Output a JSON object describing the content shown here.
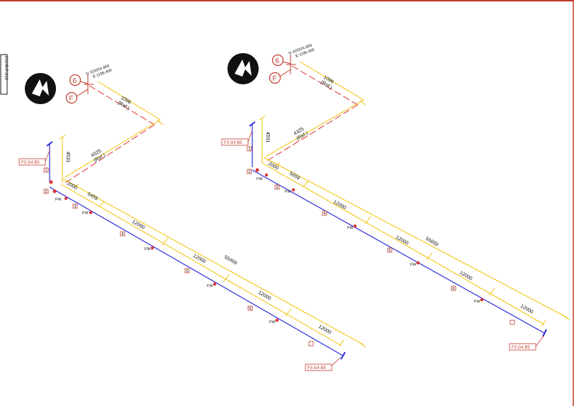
{
  "sheet": {
    "side_label": "210-B-P-012"
  },
  "colors": {
    "frame": "#c0392b",
    "pipe": "#2b2bd8",
    "dimension": "#f0c000",
    "break_line": "#e03030",
    "tag": "#c0392b",
    "black": "#111111"
  },
  "icons": {
    "north_arrow": "north-arrow-icon",
    "weld": "field-weld-icon"
  },
  "left_view": {
    "coordinates": [
      "N 103324.959",
      "E 1196.469"
    ],
    "grid_row": "6",
    "grid_col": "F",
    "dims": {
      "top_run": "1096",
      "top_run_ref": "(Ref.)",
      "diagonal": "4025",
      "diagonal_ref": "(Ref.)",
      "riser": "4531",
      "short": "2000",
      "first_spool": "5459",
      "spools": [
        "12000",
        "12000",
        "12000",
        "12000"
      ],
      "total": "55459"
    },
    "tag_top": "F3 G4 B5",
    "tag_bottom": "F3 G4 B5",
    "weld_label": "FW",
    "spool_marks": [
      "1",
      "2",
      "3",
      "4",
      "5",
      "6"
    ]
  },
  "right_view": {
    "coordinates": [
      "N 103324.959",
      "E 1196.469"
    ],
    "grid_row": "6",
    "grid_col": "F",
    "dims": {
      "top_run": "1096",
      "top_run_ref": "(Ref.)",
      "diagonal": "4325",
      "diagonal_ref": "(Ref.)",
      "riser": "4531",
      "short": "2000",
      "first_spool": "5659",
      "spools": [
        "12000",
        "12000",
        "12000",
        "12000"
      ],
      "total": "55659"
    },
    "tag_top": "F3 G4 B5",
    "tag_bottom": "F3 G4 B5",
    "weld_label": "FW",
    "spool_marks": [
      "1",
      "2",
      "3",
      "4",
      "5",
      "6"
    ]
  }
}
